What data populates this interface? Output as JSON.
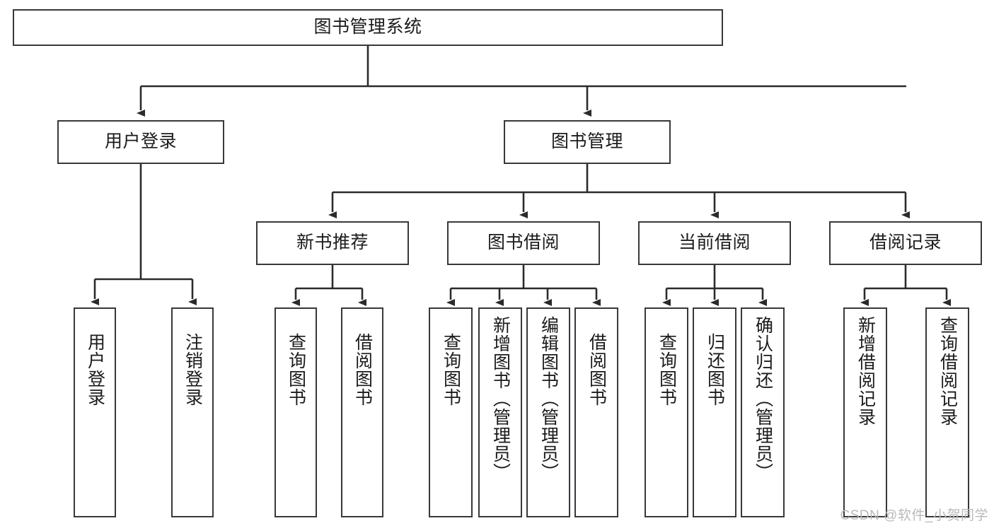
{
  "diagram": {
    "type": "hierarchy-tree",
    "title": "图书管理系统",
    "colors": {
      "box_border": "#36393c",
      "box_fill": "#ffffff",
      "connector": "#2b2b2b",
      "text": "#1b1b1b",
      "watermark": "#b9b9b9"
    },
    "nodes": {
      "root": {
        "label": "图书管理系统",
        "orientation": "horizontal"
      },
      "level2": [
        {
          "id": "user-login",
          "label": "用户登录",
          "orientation": "horizontal"
        },
        {
          "id": "book-management",
          "label": "图书管理",
          "orientation": "horizontal"
        }
      ],
      "level3": [
        {
          "id": "new-book-recommend",
          "label": "新书推荐",
          "orientation": "horizontal"
        },
        {
          "id": "book-borrow",
          "label": "图书借阅",
          "orientation": "horizontal"
        },
        {
          "id": "current-borrow",
          "label": "当前借阅",
          "orientation": "horizontal"
        },
        {
          "id": "borrow-record",
          "label": "借阅记录",
          "orientation": "horizontal"
        }
      ],
      "leaves": {
        "user-login": [
          {
            "id": "leaf-user-login",
            "label": "用户登录",
            "orientation": "vertical"
          },
          {
            "id": "leaf-logout-login",
            "label": "注销登录",
            "orientation": "vertical"
          }
        ],
        "new-book-recommend": [
          {
            "id": "leaf-query-books-1",
            "label": "查询图书",
            "orientation": "vertical"
          },
          {
            "id": "leaf-borrow-books-1",
            "label": "借阅图书",
            "orientation": "vertical"
          }
        ],
        "book-borrow": [
          {
            "id": "leaf-query-books-2",
            "label": "查询图书",
            "orientation": "vertical"
          },
          {
            "id": "leaf-add-book-admin",
            "label": "新增图书（管理员）",
            "orientation": "vertical"
          },
          {
            "id": "leaf-edit-book-admin",
            "label": "编辑图书（管理员）",
            "orientation": "vertical"
          },
          {
            "id": "leaf-borrow-books-2",
            "label": "借阅图书",
            "orientation": "vertical"
          }
        ],
        "current-borrow": [
          {
            "id": "leaf-query-books-3",
            "label": "查询图书",
            "orientation": "vertical"
          },
          {
            "id": "leaf-return-books",
            "label": "归还图书",
            "orientation": "vertical"
          },
          {
            "id": "leaf-confirm-return-admin",
            "label": "确认归还（管理员）",
            "orientation": "vertical"
          }
        ],
        "borrow-record": [
          {
            "id": "leaf-add-borrow-record",
            "label": "新增借阅记录",
            "orientation": "vertical"
          },
          {
            "id": "leaf-query-borrow-record",
            "label": "查询借阅记录",
            "orientation": "vertical"
          }
        ]
      }
    },
    "edges": [
      {
        "from": "图书管理系统",
        "to": "用户登录"
      },
      {
        "from": "图书管理系统",
        "to": "图书管理"
      },
      {
        "from": "用户登录",
        "to": "用户登录"
      },
      {
        "from": "用户登录",
        "to": "注销登录"
      },
      {
        "from": "图书管理",
        "to": "新书推荐"
      },
      {
        "from": "图书管理",
        "to": "图书借阅"
      },
      {
        "from": "图书管理",
        "to": "当前借阅"
      },
      {
        "from": "图书管理",
        "to": "借阅记录"
      },
      {
        "from": "新书推荐",
        "to": "查询图书"
      },
      {
        "from": "新书推荐",
        "to": "借阅图书"
      },
      {
        "from": "图书借阅",
        "to": "查询图书"
      },
      {
        "from": "图书借阅",
        "to": "新增图书（管理员）"
      },
      {
        "from": "图书借阅",
        "to": "编辑图书（管理员）"
      },
      {
        "from": "图书借阅",
        "to": "借阅图书"
      },
      {
        "from": "当前借阅",
        "to": "查询图书"
      },
      {
        "from": "当前借阅",
        "to": "归还图书"
      },
      {
        "from": "当前借阅",
        "to": "确认归还（管理员）"
      },
      {
        "from": "借阅记录",
        "to": "新增借阅记录"
      },
      {
        "from": "借阅记录",
        "to": "查询借阅记录"
      }
    ]
  },
  "watermark": {
    "text": "CSDN @软件_小贺同学"
  }
}
